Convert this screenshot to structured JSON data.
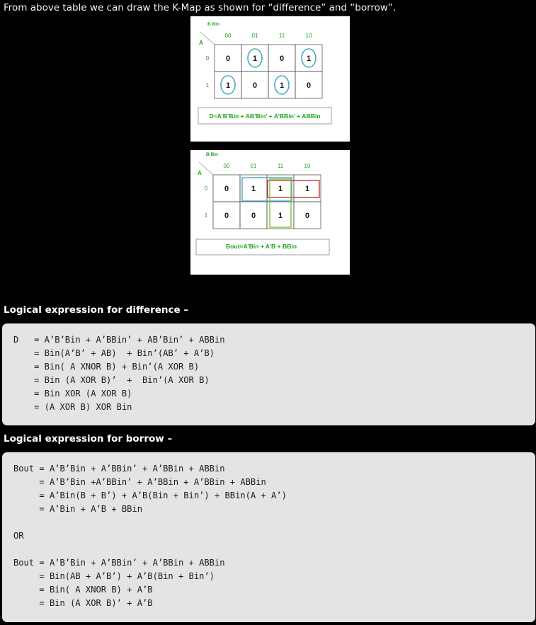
{
  "intro_text": "From above table we can draw the K-Map as shown for “difference” and “borrow”.",
  "kmap_difference": {
    "col_var": "B Bin",
    "row_var": "A",
    "col_labels": [
      "00",
      "01",
      "11",
      "10"
    ],
    "row_labels": [
      "0",
      "1"
    ],
    "cells": [
      [
        "0",
        "1",
        "0",
        "1"
      ],
      [
        "1",
        "0",
        "1",
        "0"
      ]
    ],
    "circled": [
      [
        false,
        true,
        false,
        true
      ],
      [
        true,
        false,
        true,
        false
      ]
    ],
    "expression": "D=A’B’Bin + AB’Bin’ + A’BBin’ + ABBin",
    "colors": {
      "label": "#1ea51e",
      "circle": "#4aa8c4",
      "expression": "#1ea51e"
    }
  },
  "kmap_borrow": {
    "col_var": "B Bin",
    "row_var": "A",
    "col_labels": [
      "00",
      "01",
      "11",
      "10"
    ],
    "row_labels": [
      "0",
      "1"
    ],
    "cells": [
      [
        "0",
        "1",
        "1",
        "1"
      ],
      [
        "0",
        "0",
        "1",
        "0"
      ]
    ],
    "expression": "Bout=A’Bin + A’B + BBin",
    "colors": {
      "label": "#1ea51e",
      "group_blue": "#4aa8c4",
      "group_red": "#c0392b",
      "group_green": "#7dc242"
    }
  },
  "difference_heading": "Logical expression for difference –",
  "difference_code": [
    "D   = A’B’Bin + A’BBin’ + AB’Bin’ + ABBin",
    "    = Bin(A’B’ + AB)  + Bin’(AB’ + A’B)",
    "    = Bin( A XNOR B) + Bin’(A XOR B)",
    "    = Bin (A XOR B)’  +  Bin’(A XOR B)",
    "    = Bin XOR (A XOR B)",
    "    = (A XOR B) XOR Bin"
  ],
  "borrow_heading": "Logical expression for borrow –",
  "borrow_code": [
    "Bout = A’B’Bin + A’BBin’ + A’BBin + ABBin",
    "     = A’B’Bin +A’BBin’ + A’BBin + A’BBin + ABBin",
    "     = A’Bin(B + B’) + A’B(Bin + Bin’) + BBin(A + A’)",
    "     = A’Bin + A’B + BBin",
    "",
    "OR",
    "",
    "Bout = A’B’Bin + A’BBin’ + A’BBin + ABBin",
    "     = Bin(AB + A’B’) + A’B(Bin + Bin’)",
    "     = Bin( A XNOR B) + A’B",
    "     = Bin (A XOR B)’ + A’B"
  ]
}
